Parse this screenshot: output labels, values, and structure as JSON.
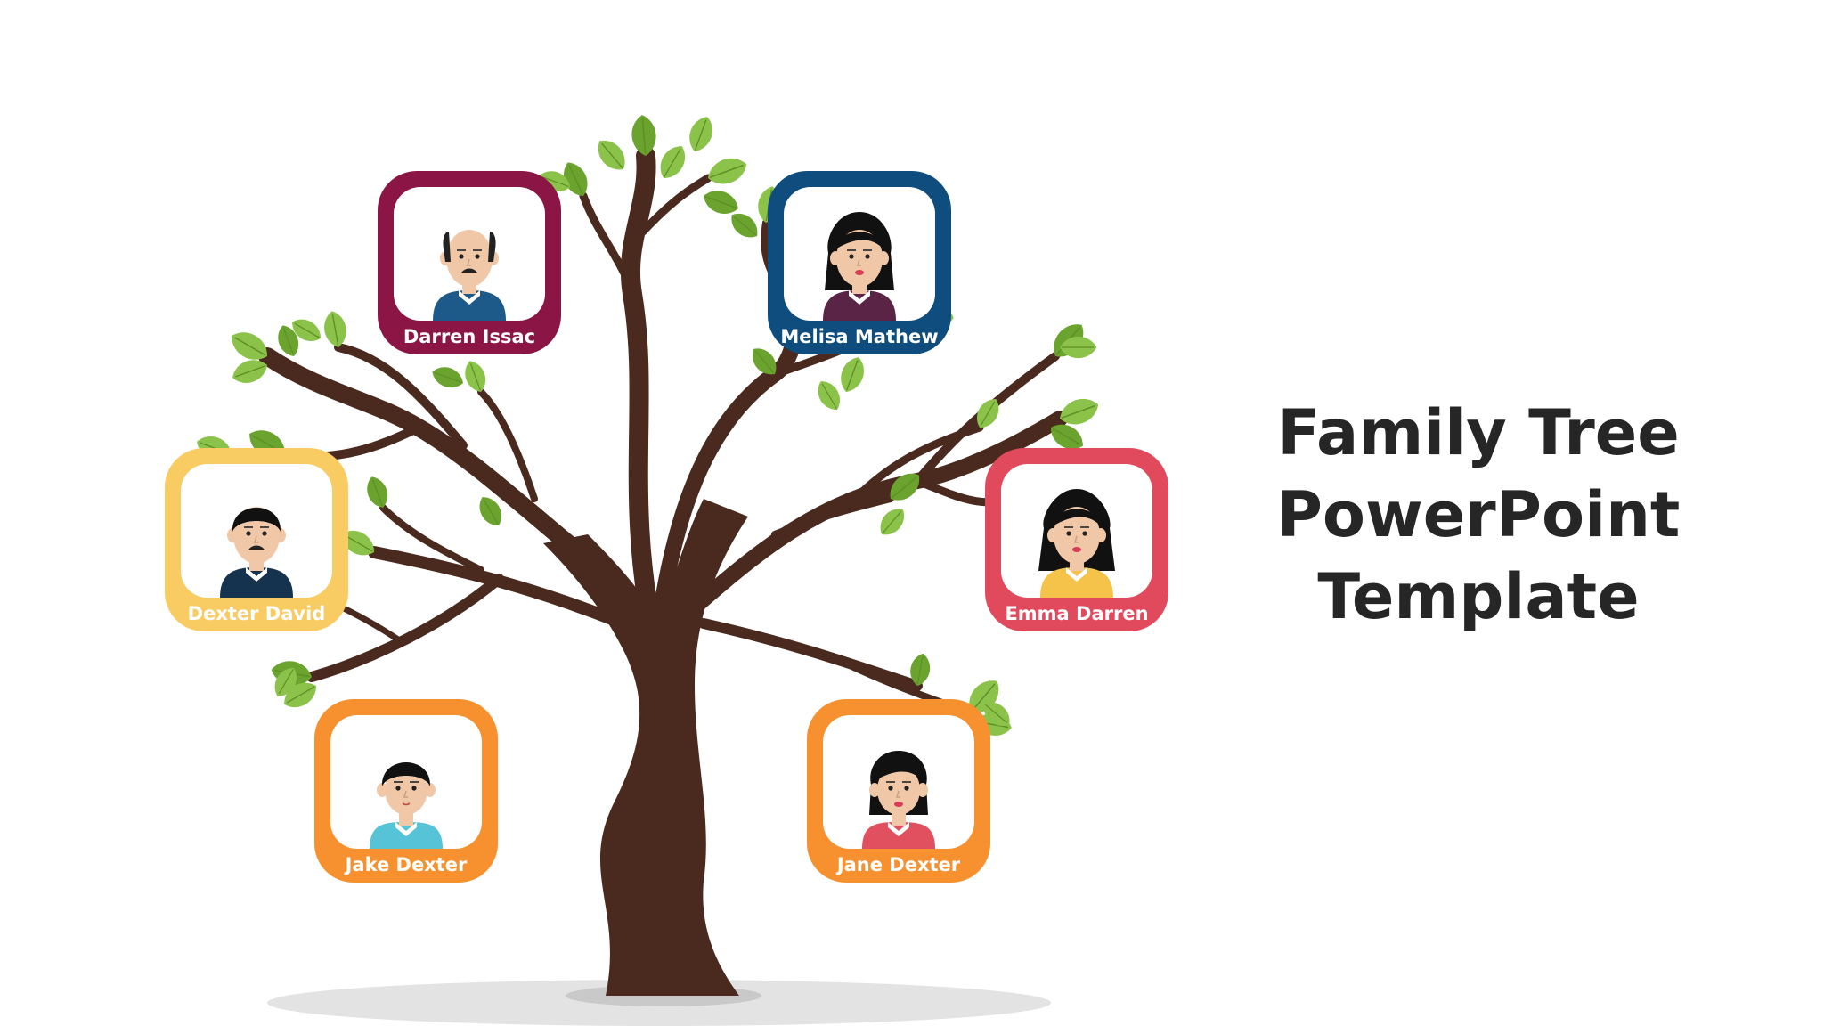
{
  "slide": {
    "title_lines": [
      "Family Tree",
      "PowerPoint",
      "Template"
    ]
  },
  "colors": {
    "trunk": "#4a2a1e",
    "trunk_light": "#5a3425",
    "leaf": "#8bc34a",
    "leaf_dark": "#6aa32e",
    "shadow": "#e3e3e3",
    "skin": "#f0c8a8",
    "title": "#262626"
  },
  "members": [
    {
      "id": "darren-issac",
      "name": "Darren Issac",
      "frame_color": "#8b1646",
      "avatar": "bald-man-mustache-icon",
      "hair": "#222222",
      "shirt": "#1d5a8a",
      "bald": true
    },
    {
      "id": "melisa-mathew",
      "name": "Melisa Mathew",
      "frame_color": "#0e4d7e",
      "avatar": "woman-bob-hair-icon",
      "hair": "#111111",
      "shirt": "#5a2447",
      "bald": false
    },
    {
      "id": "dexter-david",
      "name": "Dexter David",
      "frame_color": "#f9cc63",
      "avatar": "man-mustache-icon",
      "hair": "#111111",
      "shirt": "#15324f",
      "bald": false
    },
    {
      "id": "emma-darren",
      "name": "Emma Darren",
      "frame_color": "#e04a5c",
      "avatar": "woman-long-hair-icon",
      "hair": "#111111",
      "shirt": "#f5c24a",
      "bald": false
    },
    {
      "id": "jake-dexter",
      "name": "Jake Dexter",
      "frame_color": "#f7902f",
      "avatar": "boy-icon",
      "hair": "#111111",
      "shirt": "#57c3d6",
      "bald": false
    },
    {
      "id": "jane-dexter",
      "name": "Jane Dexter",
      "frame_color": "#f7902f",
      "avatar": "girl-icon",
      "hair": "#111111",
      "shirt": "#e0505e",
      "bald": false
    }
  ]
}
